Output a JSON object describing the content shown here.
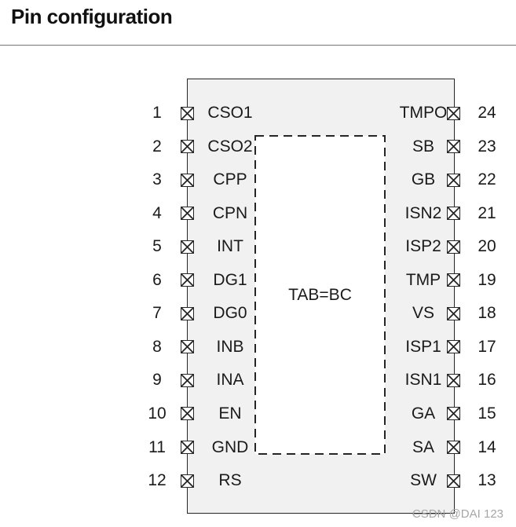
{
  "page_title": "Pin configuration",
  "chip": {
    "tab_label": "TAB=BC",
    "left_pins": [
      {
        "number": "1",
        "label": "CSO1"
      },
      {
        "number": "2",
        "label": "CSO2"
      },
      {
        "number": "3",
        "label": "CPP"
      },
      {
        "number": "4",
        "label": "CPN"
      },
      {
        "number": "5",
        "label": "INT"
      },
      {
        "number": "6",
        "label": "DG1"
      },
      {
        "number": "7",
        "label": "DG0"
      },
      {
        "number": "8",
        "label": "INB"
      },
      {
        "number": "9",
        "label": "INA"
      },
      {
        "number": "10",
        "label": "EN"
      },
      {
        "number": "11",
        "label": "GND"
      },
      {
        "number": "12",
        "label": "RS"
      }
    ],
    "right_pins": [
      {
        "number": "24",
        "label": "TMPO"
      },
      {
        "number": "23",
        "label": "SB"
      },
      {
        "number": "22",
        "label": "GB"
      },
      {
        "number": "21",
        "label": "ISN2"
      },
      {
        "number": "20",
        "label": "ISP2"
      },
      {
        "number": "19",
        "label": "TMP"
      },
      {
        "number": "18",
        "label": "VS"
      },
      {
        "number": "17",
        "label": "ISP1"
      },
      {
        "number": "16",
        "label": "ISN1"
      },
      {
        "number": "15",
        "label": "GA"
      },
      {
        "number": "14",
        "label": "SA"
      },
      {
        "number": "13",
        "label": "SW"
      }
    ]
  },
  "watermark": {
    "struck_text": "CSDN",
    "rest_text": " @DAI 123"
  },
  "colors": {
    "chip_fill": "#f1f1f1",
    "line": "#262626",
    "rule": "#757575",
    "watermark": "#a6a6a6"
  }
}
